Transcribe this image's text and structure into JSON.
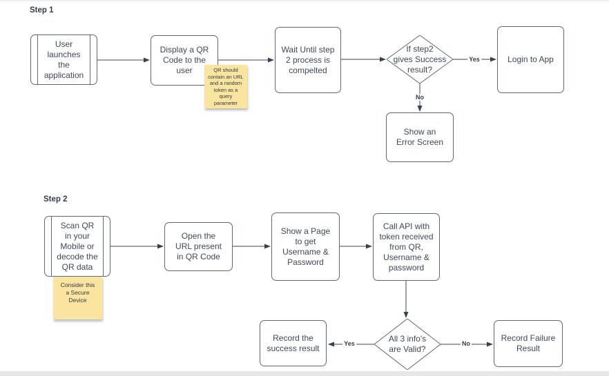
{
  "colors": {
    "shape_border": "#5d6678",
    "shape_text": "#3e4857",
    "edge_line": "#38424f",
    "sticky_fill": "#fae5a0"
  },
  "step1": {
    "label": "Step 1",
    "nodes": {
      "user_launches": "User\nlaunches\nthe\napplication",
      "display_qr": "Display a QR\nCode to the\nuser",
      "wait_step2": "Wait Until step\n2 process is\ncompelted",
      "decision_success": "If step2\ngives Success\nresult?",
      "login": "Login to App",
      "error_screen": "Show an\nError Screen"
    },
    "sticky_note": "QR should\ncontain an URL\nand a random\ntoken as a\nquery\nparameter",
    "edge_labels": {
      "yes": "Yes",
      "no": "No"
    }
  },
  "step2": {
    "label": "Step 2",
    "nodes": {
      "scan_qr": "Scan QR\nin your\nMobile or\ndecode the\nQR data",
      "open_url": "Open the\nURL present\nin QR Code",
      "show_page": "Show a Page\nto get\nUsername &\nPassword",
      "call_api": "Call API with\ntoken received\nfrom QR,\nUsername &\npassword",
      "decision_valid": "All 3 info's\nare Valid?",
      "record_success": "Record the\nsuccess result",
      "record_failure": "Record Failure\nResult"
    },
    "sticky_note": "Consider this\na Secure\nDevice",
    "edge_labels": {
      "yes": "Yes",
      "no": "No"
    }
  }
}
